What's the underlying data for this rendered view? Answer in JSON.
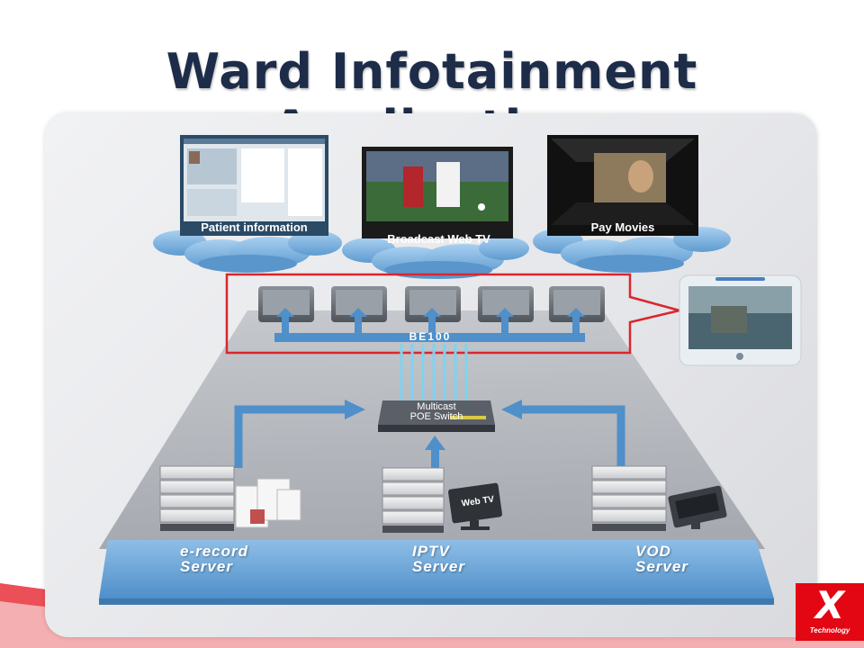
{
  "title": "Ward Infotainment Application",
  "clouds": [
    {
      "label": "Patient information"
    },
    {
      "label": "Broadcast Web TV"
    },
    {
      "label": "Pay Movies"
    }
  ],
  "be100": {
    "label": "BE100",
    "terminal_count": 5
  },
  "switch": {
    "line1": "Multicast",
    "line2": "POE Switch"
  },
  "servers": [
    {
      "line1": "e-record",
      "line2": "Server"
    },
    {
      "line1": "IPTV",
      "line2": "Server"
    },
    {
      "line1": "VOD",
      "line2": "Server"
    }
  ],
  "web_tv_screen": "Web TV",
  "logo": {
    "mark": "X",
    "tagline": "Technology"
  },
  "colors": {
    "title": "#1d2c48",
    "flow": "#4f8fca",
    "cloud": "#7db3e0",
    "highlight": "#d9262e",
    "brand": "#e30613"
  }
}
